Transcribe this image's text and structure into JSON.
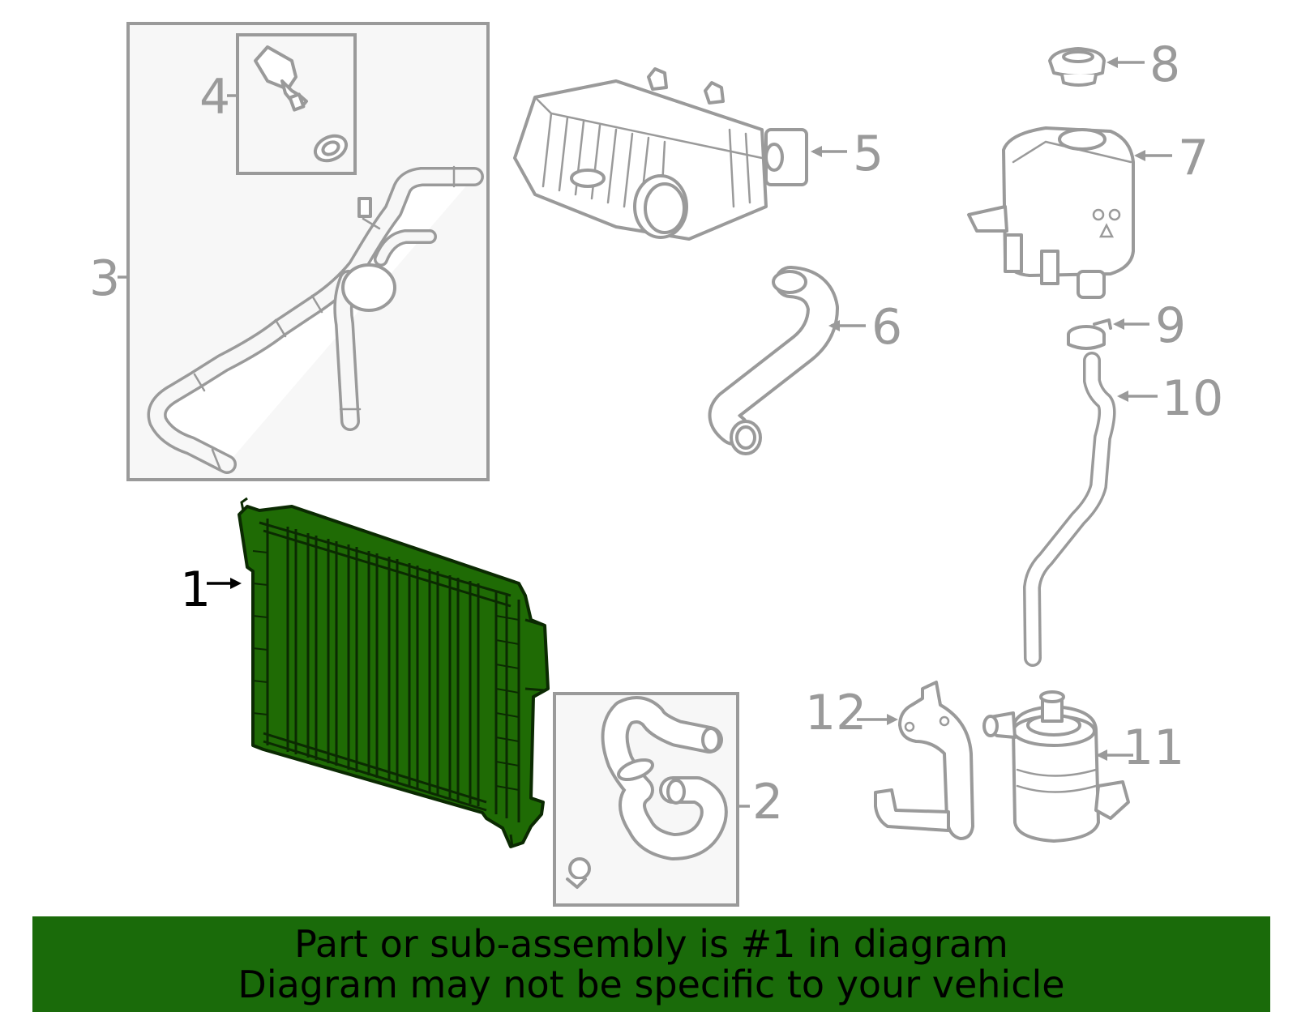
{
  "callouts": [
    {
      "id": "1",
      "label": "1",
      "active": true
    },
    {
      "id": "2",
      "label": "2",
      "active": false
    },
    {
      "id": "3",
      "label": "3",
      "active": false
    },
    {
      "id": "4",
      "label": "4",
      "active": false
    },
    {
      "id": "5",
      "label": "5",
      "active": false
    },
    {
      "id": "6",
      "label": "6",
      "active": false
    },
    {
      "id": "7",
      "label": "7",
      "active": false
    },
    {
      "id": "8",
      "label": "8",
      "active": false
    },
    {
      "id": "9",
      "label": "9",
      "active": false
    },
    {
      "id": "10",
      "label": "10",
      "active": false
    },
    {
      "id": "11",
      "label": "11",
      "active": false
    },
    {
      "id": "12",
      "label": "12",
      "active": false
    }
  ],
  "banner": {
    "line1": "Part or sub-assembly is #1 in diagram",
    "line2": "Diagram may not be specific to your vehicle"
  },
  "colors": {
    "highlight_part": "#1f6b05",
    "banner_background": "#1a6b0a",
    "line_art": "#9a9a9a"
  }
}
